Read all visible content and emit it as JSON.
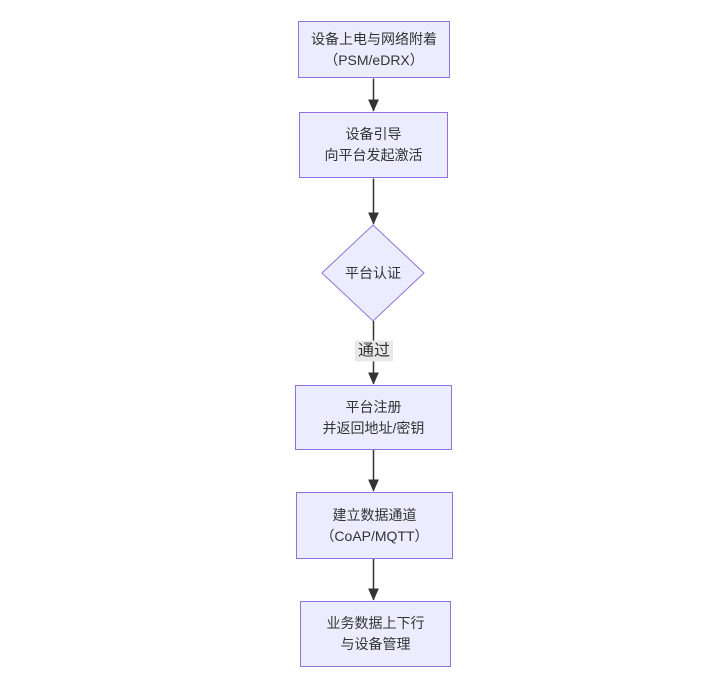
{
  "flowchart": {
    "nodes": [
      {
        "id": "power-attach",
        "shape": "rect",
        "lines": [
          "设备上电与网络附着",
          "（PSM/eDRX）"
        ]
      },
      {
        "id": "bootstrap-activate",
        "shape": "rect",
        "lines": [
          "设备引导",
          "向平台发起激活"
        ]
      },
      {
        "id": "platform-auth",
        "shape": "diamond",
        "lines": [
          "平台认证"
        ]
      },
      {
        "id": "platform-register",
        "shape": "rect",
        "lines": [
          "平台注册",
          "并返回地址/密钥"
        ]
      },
      {
        "id": "data-channel",
        "shape": "rect",
        "lines": [
          "建立数据通道",
          "（CoAP/MQTT）"
        ]
      },
      {
        "id": "business-mgmt",
        "shape": "rect",
        "lines": [
          "业务数据上下行",
          "与设备管理"
        ]
      }
    ],
    "edge_labels": [
      {
        "from": "platform-auth",
        "to": "platform-register",
        "label": "通过"
      }
    ]
  },
  "colors": {
    "canvas-bg": "#ffffff",
    "node-fill": "#ECECFF",
    "node-border": "#9370DB",
    "node-text": "#333333",
    "edge-line": "#333333",
    "edge-label-bg": "#e8e8e8"
  }
}
